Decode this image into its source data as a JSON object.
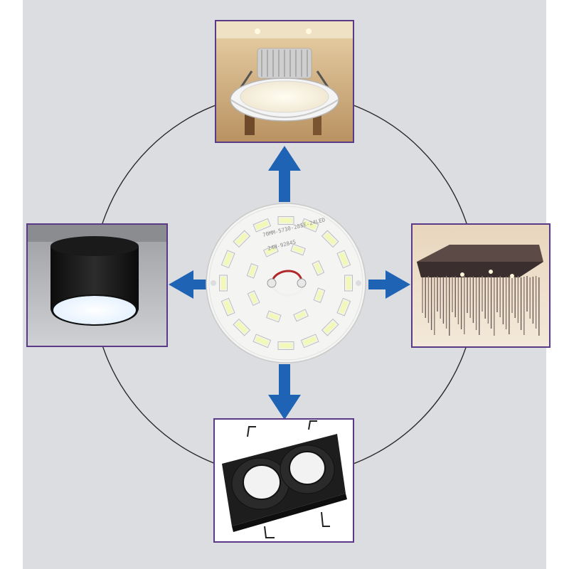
{
  "scene": {
    "background_color": "#dcdde1",
    "side_color": "#ffffff",
    "frame_border_color": "#5a3a86",
    "arrow_color": "#1f63b5",
    "ring_color": "#2b2b2b"
  },
  "center": {
    "name": "led-pcb-module",
    "pcb_print_lines": [
      "70MM-5730-28SE-24LED",
      "24W-9284S"
    ],
    "led_count": 24
  },
  "products": [
    {
      "id": "top",
      "name": "recessed-downlight"
    },
    {
      "id": "left",
      "name": "surface-cylinder-light"
    },
    {
      "id": "right",
      "name": "crystal-ceiling-light"
    },
    {
      "id": "bottom",
      "name": "double-grille-spotlight"
    }
  ]
}
